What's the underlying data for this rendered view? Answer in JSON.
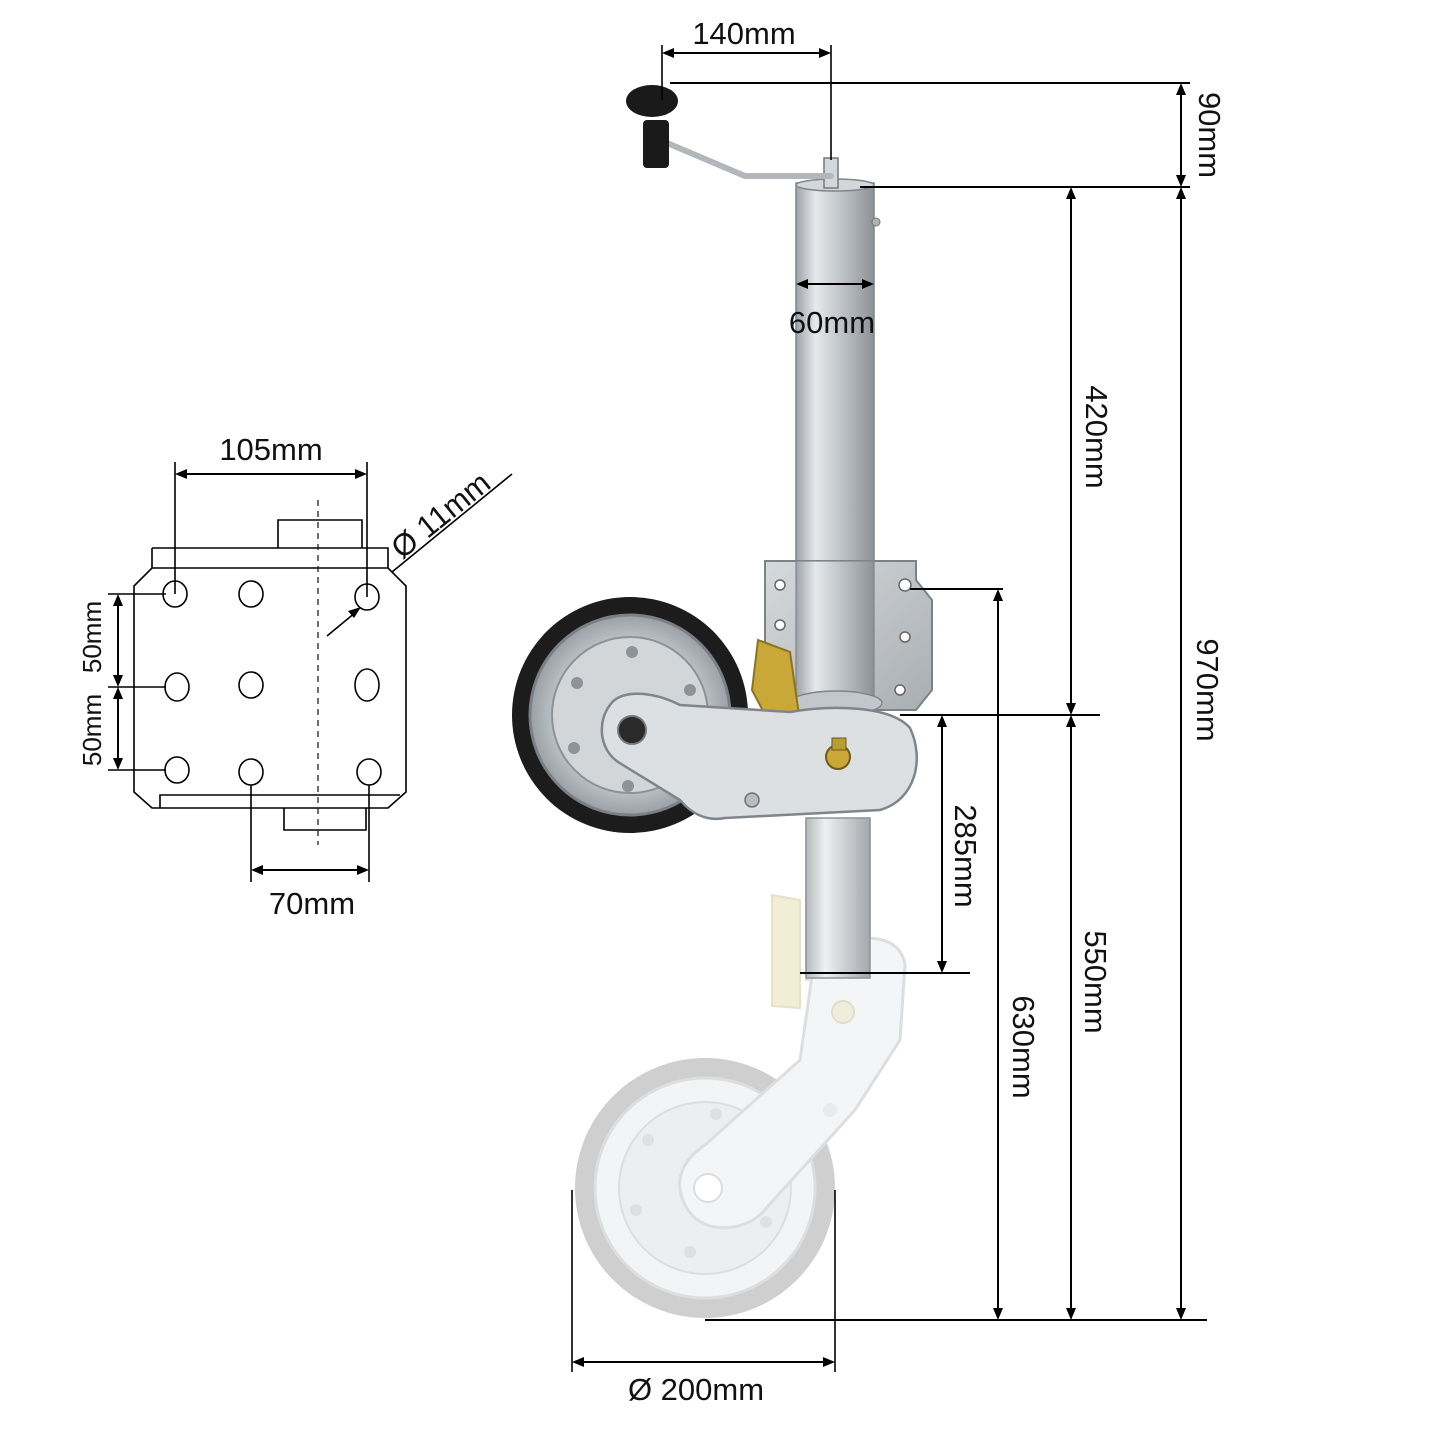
{
  "plate_labels": {
    "width": "105mm",
    "hole": "Ø 11mm",
    "spacing_upper": "50mm",
    "spacing_lower": "50mm",
    "offset": "70mm"
  },
  "jack_labels": {
    "handle_reach": "140mm",
    "handle_height": "90mm",
    "tube_diameter": "60mm",
    "upper_tube": "420mm",
    "total_height": "970mm",
    "wheel_pivot": "285mm",
    "clamp_height": "630mm",
    "lower_height": "550mm",
    "wheel_diameter": "Ø 200mm"
  },
  "colors": {
    "dimension_line": "#000000",
    "galvanized": "#c9ccd0",
    "rubber_tire": "#1c1c1c",
    "ghost_tire": "#a9a9a9",
    "handle_knob": "#1a1a1a"
  }
}
